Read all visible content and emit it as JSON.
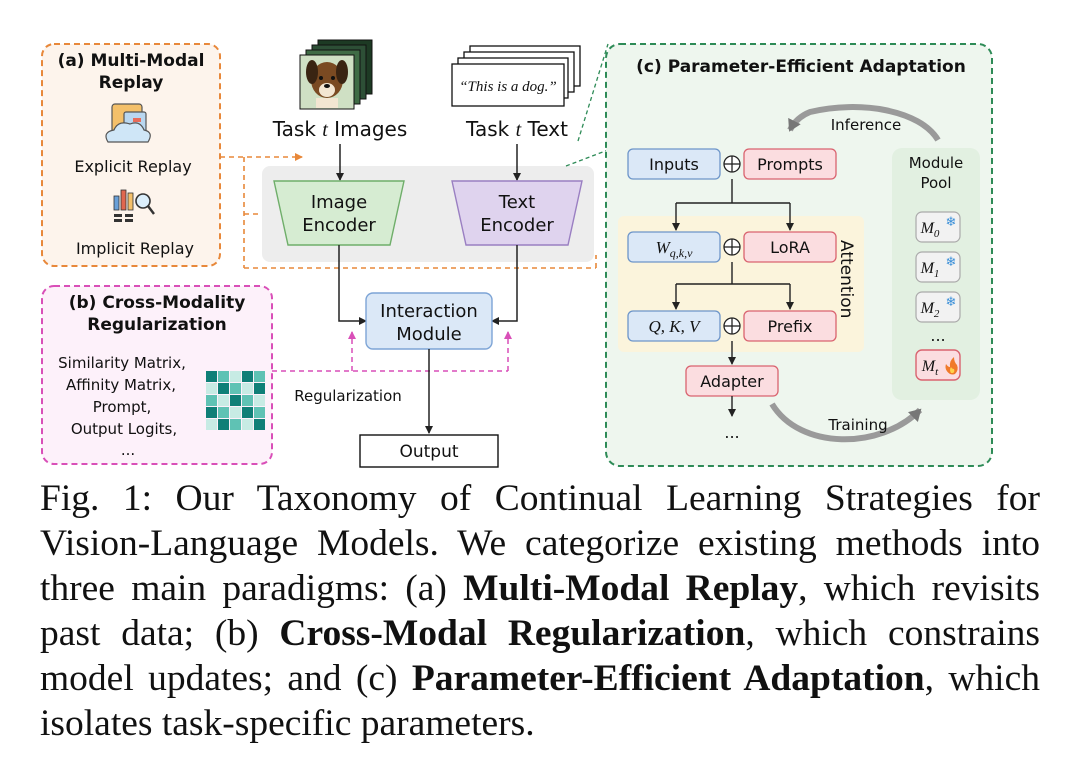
{
  "panel_a": {
    "title_line1": "(a) Multi-Modal",
    "title_line2": "Replay",
    "explicit_label": "Explicit Replay",
    "implicit_label": "Implicit Replay",
    "icon_explicit": "cloud-folder-icon",
    "icon_implicit": "bar-chart-search-icon"
  },
  "panel_b": {
    "title_line1": "(b) Cross-Modality",
    "title_line2": "Regularization",
    "items": [
      "Similarity Matrix,",
      "Affinity Matrix,",
      "Prompt,",
      "Output Logits,",
      "..."
    ],
    "icon": "matrix-grid-icon"
  },
  "center": {
    "images_prefix": "Task ",
    "images_var": "t",
    "images_suffix": " Images",
    "text_prefix": "Task ",
    "text_var": "t",
    "text_suffix": " Text",
    "text_card": "“This is a dog.”",
    "image_encoder_line1": "Image",
    "image_encoder_line2": "Encoder",
    "text_encoder_line1": "Text",
    "text_encoder_line2": "Encoder",
    "interaction_line1": "Interaction",
    "interaction_line2": "Module",
    "regularization": "Regularization",
    "output": "Output"
  },
  "panel_c": {
    "title": "(c) Parameter-Efficient Adaptation",
    "inference": "Inference",
    "training": "Training",
    "inputs": "Inputs",
    "prompts": "Prompts",
    "w_base": "W",
    "w_sub": "q,k,v",
    "lora": "LoRA",
    "qkv": "Q, K, V",
    "prefix": "Prefix",
    "adapter": "Adapter",
    "attention": "Attention",
    "ellipsis": "...",
    "module_pool_line1": "Module",
    "module_pool_line2": "Pool",
    "modules": [
      {
        "base": "M",
        "sub": "0",
        "icon": "snowflake-icon"
      },
      {
        "base": "M",
        "sub": "1",
        "icon": "snowflake-icon"
      },
      {
        "base": "M",
        "sub": "2",
        "icon": "snowflake-icon"
      },
      {
        "base": "M",
        "sub": "t",
        "icon": "fire-icon"
      }
    ],
    "pool_ellipsis": "..."
  },
  "caption": {
    "prefix": "Fig. 1: Our Taxonomy of Continual Learning Strategies for Vision-Language Models. We categorize existing methods into three main paradigms: (a) ",
    "bold1": "Multi-Modal Replay",
    "mid1": ", which revisits past data; (b) ",
    "bold2": "Cross-Modal Regularization",
    "mid2": ", which constrains model updates; and (c) ",
    "bold3": "Parameter-Efficient Adaptation",
    "suffix": ", which isolates task-specific parameters."
  }
}
